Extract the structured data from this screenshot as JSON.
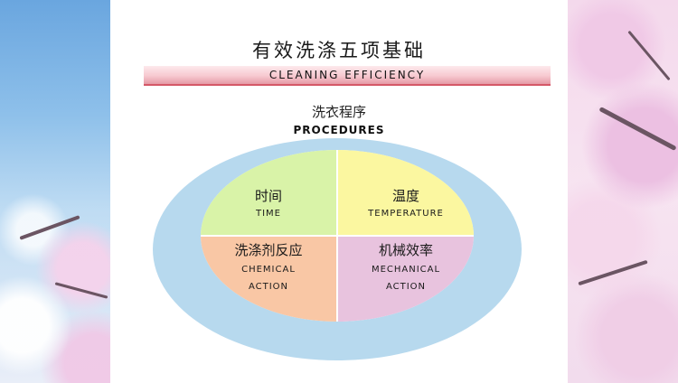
{
  "slide": {
    "title": "有效洗涤五项基础",
    "subtitle": "CLEANING EFFICIENCY",
    "procedures_cn": "洗衣程序",
    "procedures_en": "PROCEDURES"
  },
  "quadrants": [
    {
      "id": "time",
      "cn": "时间",
      "en_line1": "TIME",
      "en_line2": "",
      "color": "#d9f3a8"
    },
    {
      "id": "temperature",
      "cn": "温度",
      "en_line1": "TEMPERATURE",
      "en_line2": "",
      "color": "#fbf7a0"
    },
    {
      "id": "chemical",
      "cn": "洗涤剂反应",
      "en_line1": "CHEMICAL",
      "en_line2": "ACTION",
      "color": "#f9c7a5"
    },
    {
      "id": "mechanical",
      "cn": "机械效率",
      "en_line1": "MECHANICAL",
      "en_line2": "ACTION",
      "color": "#e8c3de"
    }
  ],
  "colors": {
    "outer_ellipse": "#b7d9ee",
    "banner_line": "#d45868"
  }
}
